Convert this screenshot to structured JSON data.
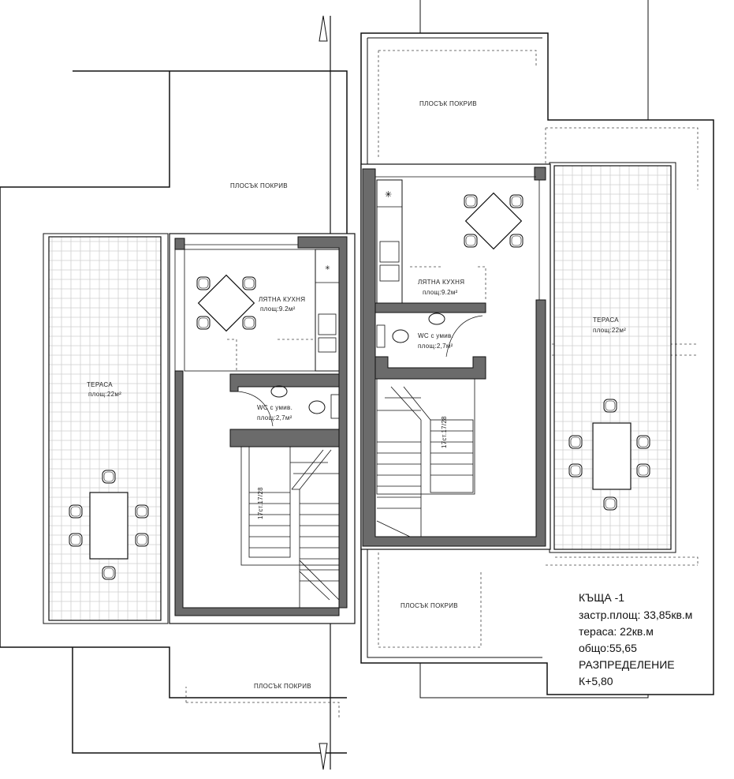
{
  "labels": {
    "flat_roof": "ПЛОСЪК ПОКРИВ",
    "summer_kitchen": "ЛЯТНА КУХНЯ",
    "kitchen_area": "площ:9.2м²",
    "wc": "WC с умив.",
    "wc_area": "площ:2,7м²",
    "terrace": "ТЕРАСА",
    "terrace_area": "площ:22м²",
    "stairs": "17ст.17/28"
  },
  "info": {
    "house": "КЪЩА -1",
    "built_area": "застр.площ: 33,85кв.м",
    "terrace": "тераса: 22кв.м",
    "total": "общо:55,65",
    "layout": "РАЗПРЕДЕЛЕНИЕ",
    "level": "К+5,80"
  },
  "colors": {
    "wall_fill": "#6b6b6b",
    "line": "#111111",
    "tile": "#c9c9c9"
  }
}
